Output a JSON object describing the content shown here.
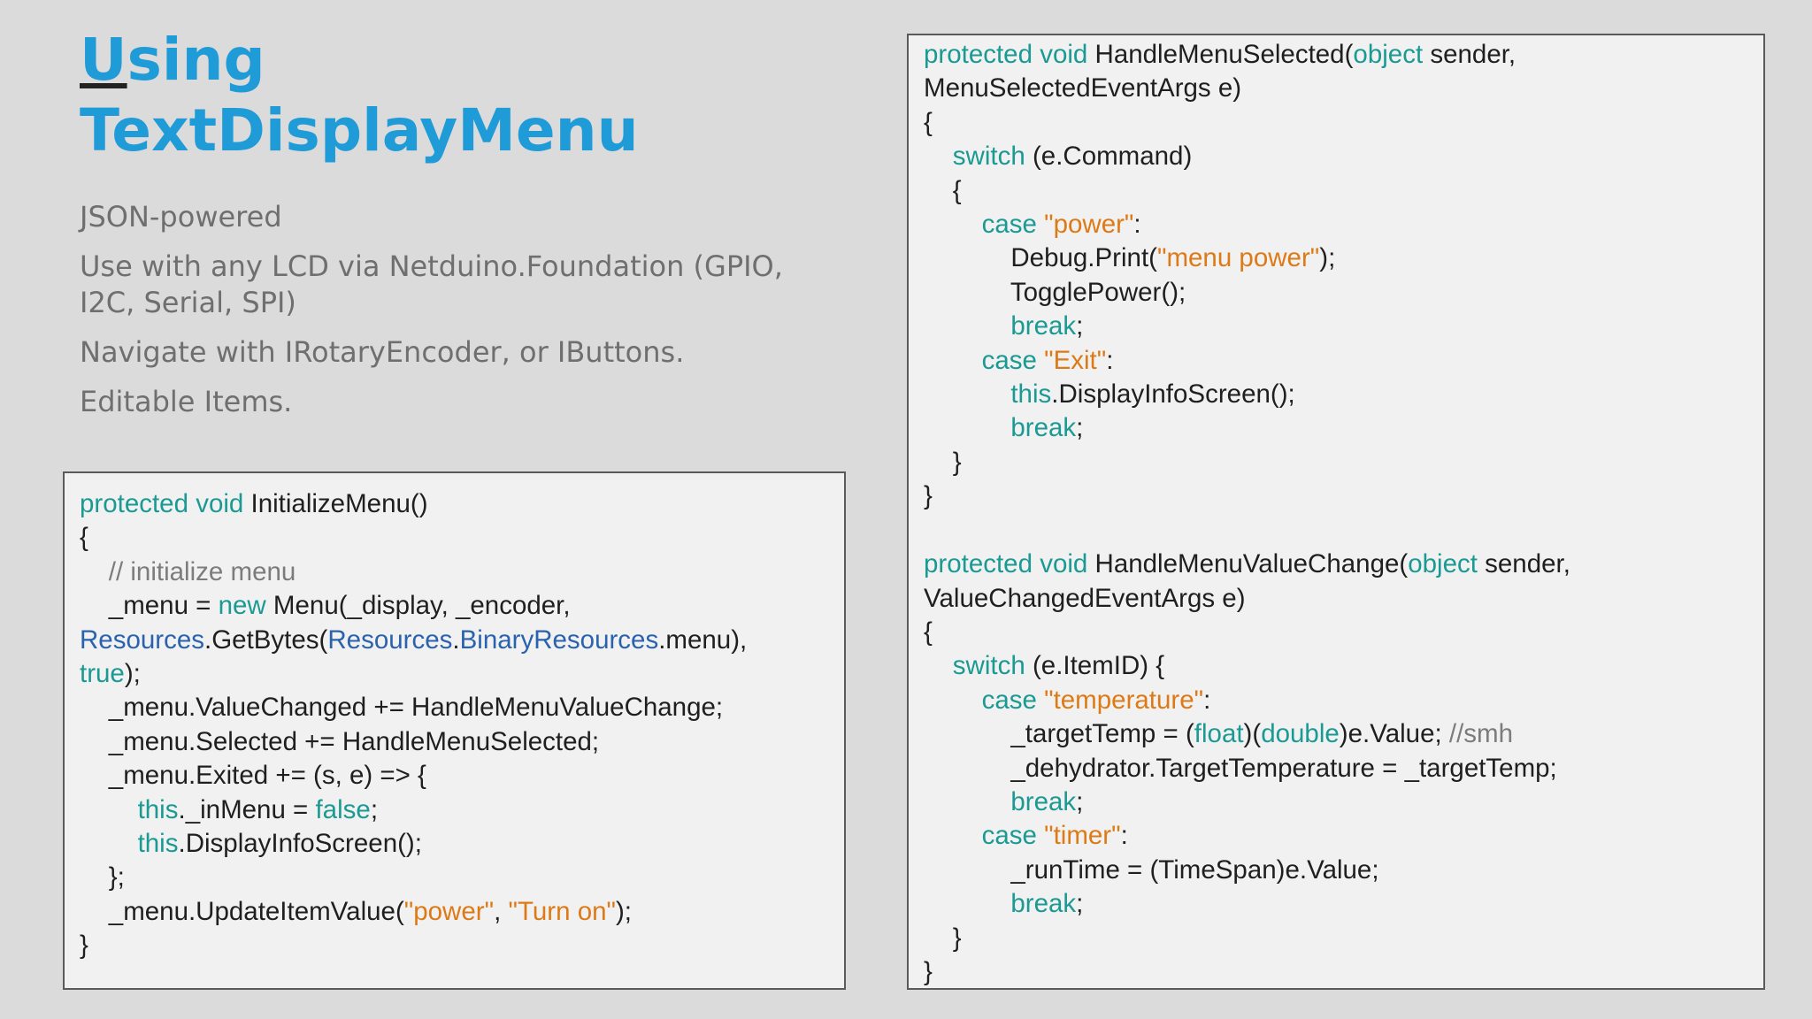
{
  "slide": {
    "title_first_letter": "U",
    "title_line1_rest": "sing",
    "title_line2": "TextDisplayMenu",
    "bullets": [
      "JSON-powered",
      "Use with any LCD via Netduino.Foundation (GPIO, I2C, Serial, SPI)",
      "Navigate with IRotaryEncoder, or IButtons.",
      "Editable Items."
    ]
  },
  "colors": {
    "background": "#dbdbdb",
    "title": "#1f9bd7",
    "bullet_text": "#6f6f6f",
    "code_panel_bg": "#f1f1f1",
    "code_border": "#5a5a5a",
    "code_text": "#1f1f1f",
    "keyword": "#1a9a93",
    "string": "#dd7a16",
    "type": "#2a63ad",
    "comment": "#7c7c7c"
  },
  "code_left": {
    "lines": [
      [
        [
          "kw",
          "protected void"
        ],
        [
          "p",
          " InitializeMenu()"
        ]
      ],
      [
        [
          "p",
          "{"
        ]
      ],
      [
        [
          "cm",
          "    // initialize menu"
        ]
      ],
      [
        [
          "p",
          "    _menu = "
        ],
        [
          "kw",
          "new"
        ],
        [
          "p",
          " Menu(_display, _encoder,"
        ]
      ],
      [
        [
          "ty",
          "Resources"
        ],
        [
          "p",
          ".GetBytes("
        ],
        [
          "ty",
          "Resources"
        ],
        [
          "p",
          "."
        ],
        [
          "ty",
          "BinaryResources"
        ],
        [
          "p",
          ".menu),"
        ]
      ],
      [
        [
          "kw",
          "true"
        ],
        [
          "p",
          ");"
        ]
      ],
      [
        [
          "p",
          "    _menu.ValueChanged += HandleMenuValueChange;"
        ]
      ],
      [
        [
          "p",
          "    _menu.Selected += HandleMenuSelected;"
        ]
      ],
      [
        [
          "p",
          "    _menu.Exited += (s, e) => {"
        ]
      ],
      [
        [
          "p",
          "        "
        ],
        [
          "kw",
          "this"
        ],
        [
          "p",
          "._inMenu = "
        ],
        [
          "kw",
          "false"
        ],
        [
          "p",
          ";"
        ]
      ],
      [
        [
          "p",
          "        "
        ],
        [
          "kw",
          "this"
        ],
        [
          "p",
          ".DisplayInfoScreen();"
        ]
      ],
      [
        [
          "p",
          "    };"
        ]
      ],
      [
        [
          "p",
          "    _menu.UpdateItemValue("
        ],
        [
          "st",
          "\"power\""
        ],
        [
          "p",
          ", "
        ],
        [
          "st",
          "\"Turn on\""
        ],
        [
          "p",
          ");"
        ]
      ],
      [
        [
          "p",
          "}"
        ]
      ]
    ]
  },
  "code_right": {
    "lines": [
      [
        [
          "kw",
          "protected void"
        ],
        [
          "p",
          " HandleMenuSelected("
        ],
        [
          "kw",
          "object"
        ],
        [
          "p",
          " sender,"
        ]
      ],
      [
        [
          "p",
          "MenuSelectedEventArgs e)"
        ]
      ],
      [
        [
          "p",
          "{"
        ]
      ],
      [
        [
          "p",
          "    "
        ],
        [
          "kw",
          "switch"
        ],
        [
          "p",
          " (e.Command)"
        ]
      ],
      [
        [
          "p",
          "    {"
        ]
      ],
      [
        [
          "p",
          "        "
        ],
        [
          "kw",
          "case"
        ],
        [
          "p",
          " "
        ],
        [
          "st",
          "\"power\""
        ],
        [
          "p",
          ":"
        ]
      ],
      [
        [
          "p",
          "            Debug.Print("
        ],
        [
          "st",
          "\"menu power\""
        ],
        [
          "p",
          ");"
        ]
      ],
      [
        [
          "p",
          "            TogglePower();"
        ]
      ],
      [
        [
          "p",
          "            "
        ],
        [
          "kw",
          "break"
        ],
        [
          "p",
          ";"
        ]
      ],
      [
        [
          "p",
          "        "
        ],
        [
          "kw",
          "case"
        ],
        [
          "p",
          " "
        ],
        [
          "st",
          "\"Exit\""
        ],
        [
          "p",
          ":"
        ]
      ],
      [
        [
          "p",
          "            "
        ],
        [
          "kw",
          "this"
        ],
        [
          "p",
          ".DisplayInfoScreen();"
        ]
      ],
      [
        [
          "p",
          "            "
        ],
        [
          "kw",
          "break"
        ],
        [
          "p",
          ";"
        ]
      ],
      [
        [
          "p",
          "    }"
        ]
      ],
      [
        [
          "p",
          "}"
        ]
      ],
      [
        [
          "p",
          " "
        ]
      ],
      [
        [
          "kw",
          "protected void"
        ],
        [
          "p",
          " HandleMenuValueChange("
        ],
        [
          "kw",
          "object"
        ],
        [
          "p",
          " sender,"
        ]
      ],
      [
        [
          "p",
          "ValueChangedEventArgs e)"
        ]
      ],
      [
        [
          "p",
          "{"
        ]
      ],
      [
        [
          "p",
          "    "
        ],
        [
          "kw",
          "switch"
        ],
        [
          "p",
          " (e.ItemID) {"
        ]
      ],
      [
        [
          "p",
          "        "
        ],
        [
          "kw",
          "case"
        ],
        [
          "p",
          " "
        ],
        [
          "st",
          "\"temperature\""
        ],
        [
          "p",
          ":"
        ]
      ],
      [
        [
          "p",
          "            _targetTemp = ("
        ],
        [
          "kw",
          "float"
        ],
        [
          "p",
          ")("
        ],
        [
          "kw",
          "double"
        ],
        [
          "p",
          ")e.Value; "
        ],
        [
          "cm",
          "//smh"
        ]
      ],
      [
        [
          "p",
          "            _dehydrator.TargetTemperature = _targetTemp;"
        ]
      ],
      [
        [
          "p",
          "            "
        ],
        [
          "kw",
          "break"
        ],
        [
          "p",
          ";"
        ]
      ],
      [
        [
          "p",
          "        "
        ],
        [
          "kw",
          "case"
        ],
        [
          "p",
          " "
        ],
        [
          "st",
          "\"timer\""
        ],
        [
          "p",
          ":"
        ]
      ],
      [
        [
          "p",
          "            _runTime = (TimeSpan)e.Value;"
        ]
      ],
      [
        [
          "p",
          "            "
        ],
        [
          "kw",
          "break"
        ],
        [
          "p",
          ";"
        ]
      ],
      [
        [
          "p",
          "    }"
        ]
      ],
      [
        [
          "p",
          "}"
        ]
      ]
    ]
  }
}
